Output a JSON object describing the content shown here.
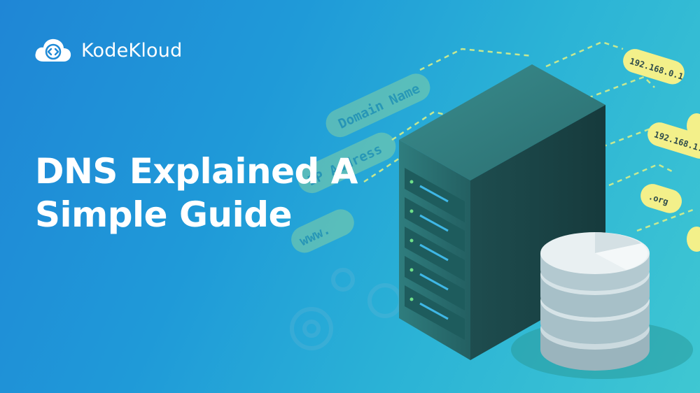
{
  "brand": {
    "name": "KodeKloud",
    "logo_icon": "cloud-code-icon"
  },
  "title": {
    "line1": "DNS Explained A",
    "line2": "Simple Guide"
  },
  "illustration": {
    "domain_tag": "Domain Name",
    "address_tag": "IP Address",
    "www_tag": "www.",
    "ip_tags": [
      "192.168.0.1",
      "192.168.1.",
      ".org"
    ]
  },
  "colors": {
    "accent_yellow": "#f3f08a",
    "server_dark": "#1d4a4a",
    "led_blue": "#3fb7e6"
  }
}
